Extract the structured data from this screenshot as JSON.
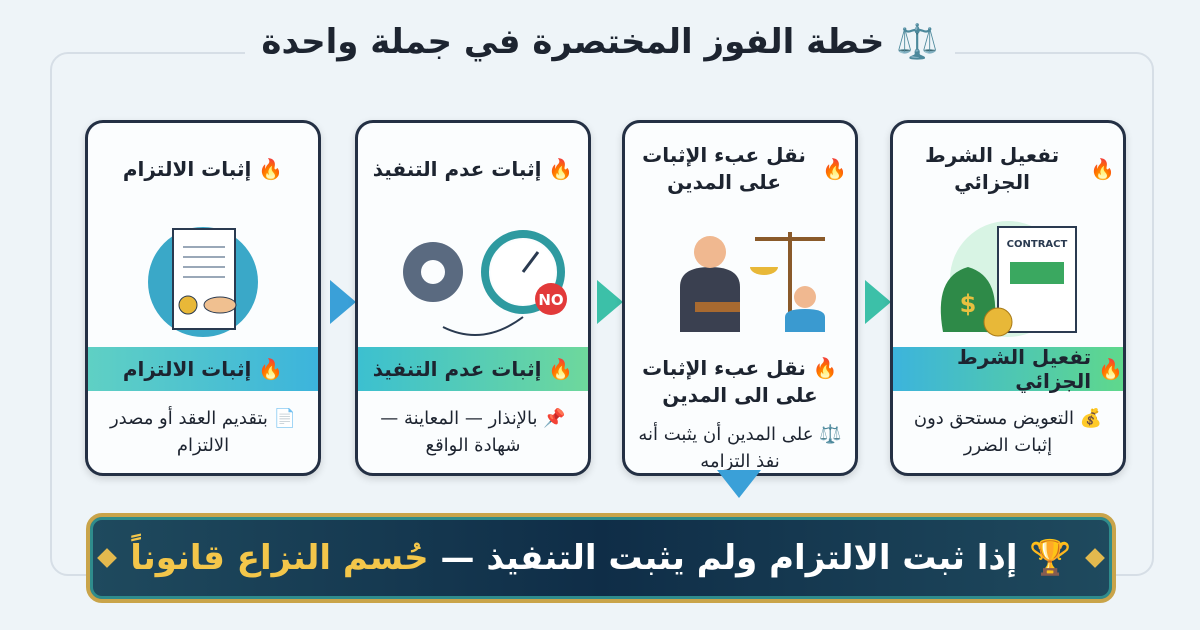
{
  "title": {
    "icon": "⚖️",
    "text": "خطة الفوز المختصرة في جملة واحدة"
  },
  "cards": [
    {
      "head": "إثبات الالتزام",
      "band": "إثبات الالتزام",
      "body_icon": "📄",
      "body": "بتقديم العقد أو مصدر الالتزام",
      "band_color": "#3cb4dc"
    },
    {
      "head": "إثبات عدم التنفيذ",
      "band": "إثبات عدم التنفيذ",
      "body_icon": "📌",
      "body": "بالإنذار — المعاينة — شهادة الواقع",
      "no_label": "NO",
      "band_color": "#5fd4a4"
    },
    {
      "head": "نقل عبء الإثبات على المدين",
      "band": "نقل عبء الإثبات على الى المدين",
      "body_icon": "⚖️",
      "body": "على المدين أن يثبت أنه نفذ التزامه"
    },
    {
      "head": "تفعيل الشرط الجزائي",
      "band": "تفعيل الشرط الجزائي",
      "body_icon": "💰",
      "body": "التعويض مستحق دون إثبات الضرر",
      "contract_label": "CONTRACT",
      "band_color": "#4fd08c"
    }
  ],
  "head_icon": "🔥",
  "banner": {
    "icon": "🏆",
    "text_a": "إذا ثبت الالتزام ولم يثبت التنفيذ —",
    "text_b": "حُسم النزاع قانوناً"
  }
}
